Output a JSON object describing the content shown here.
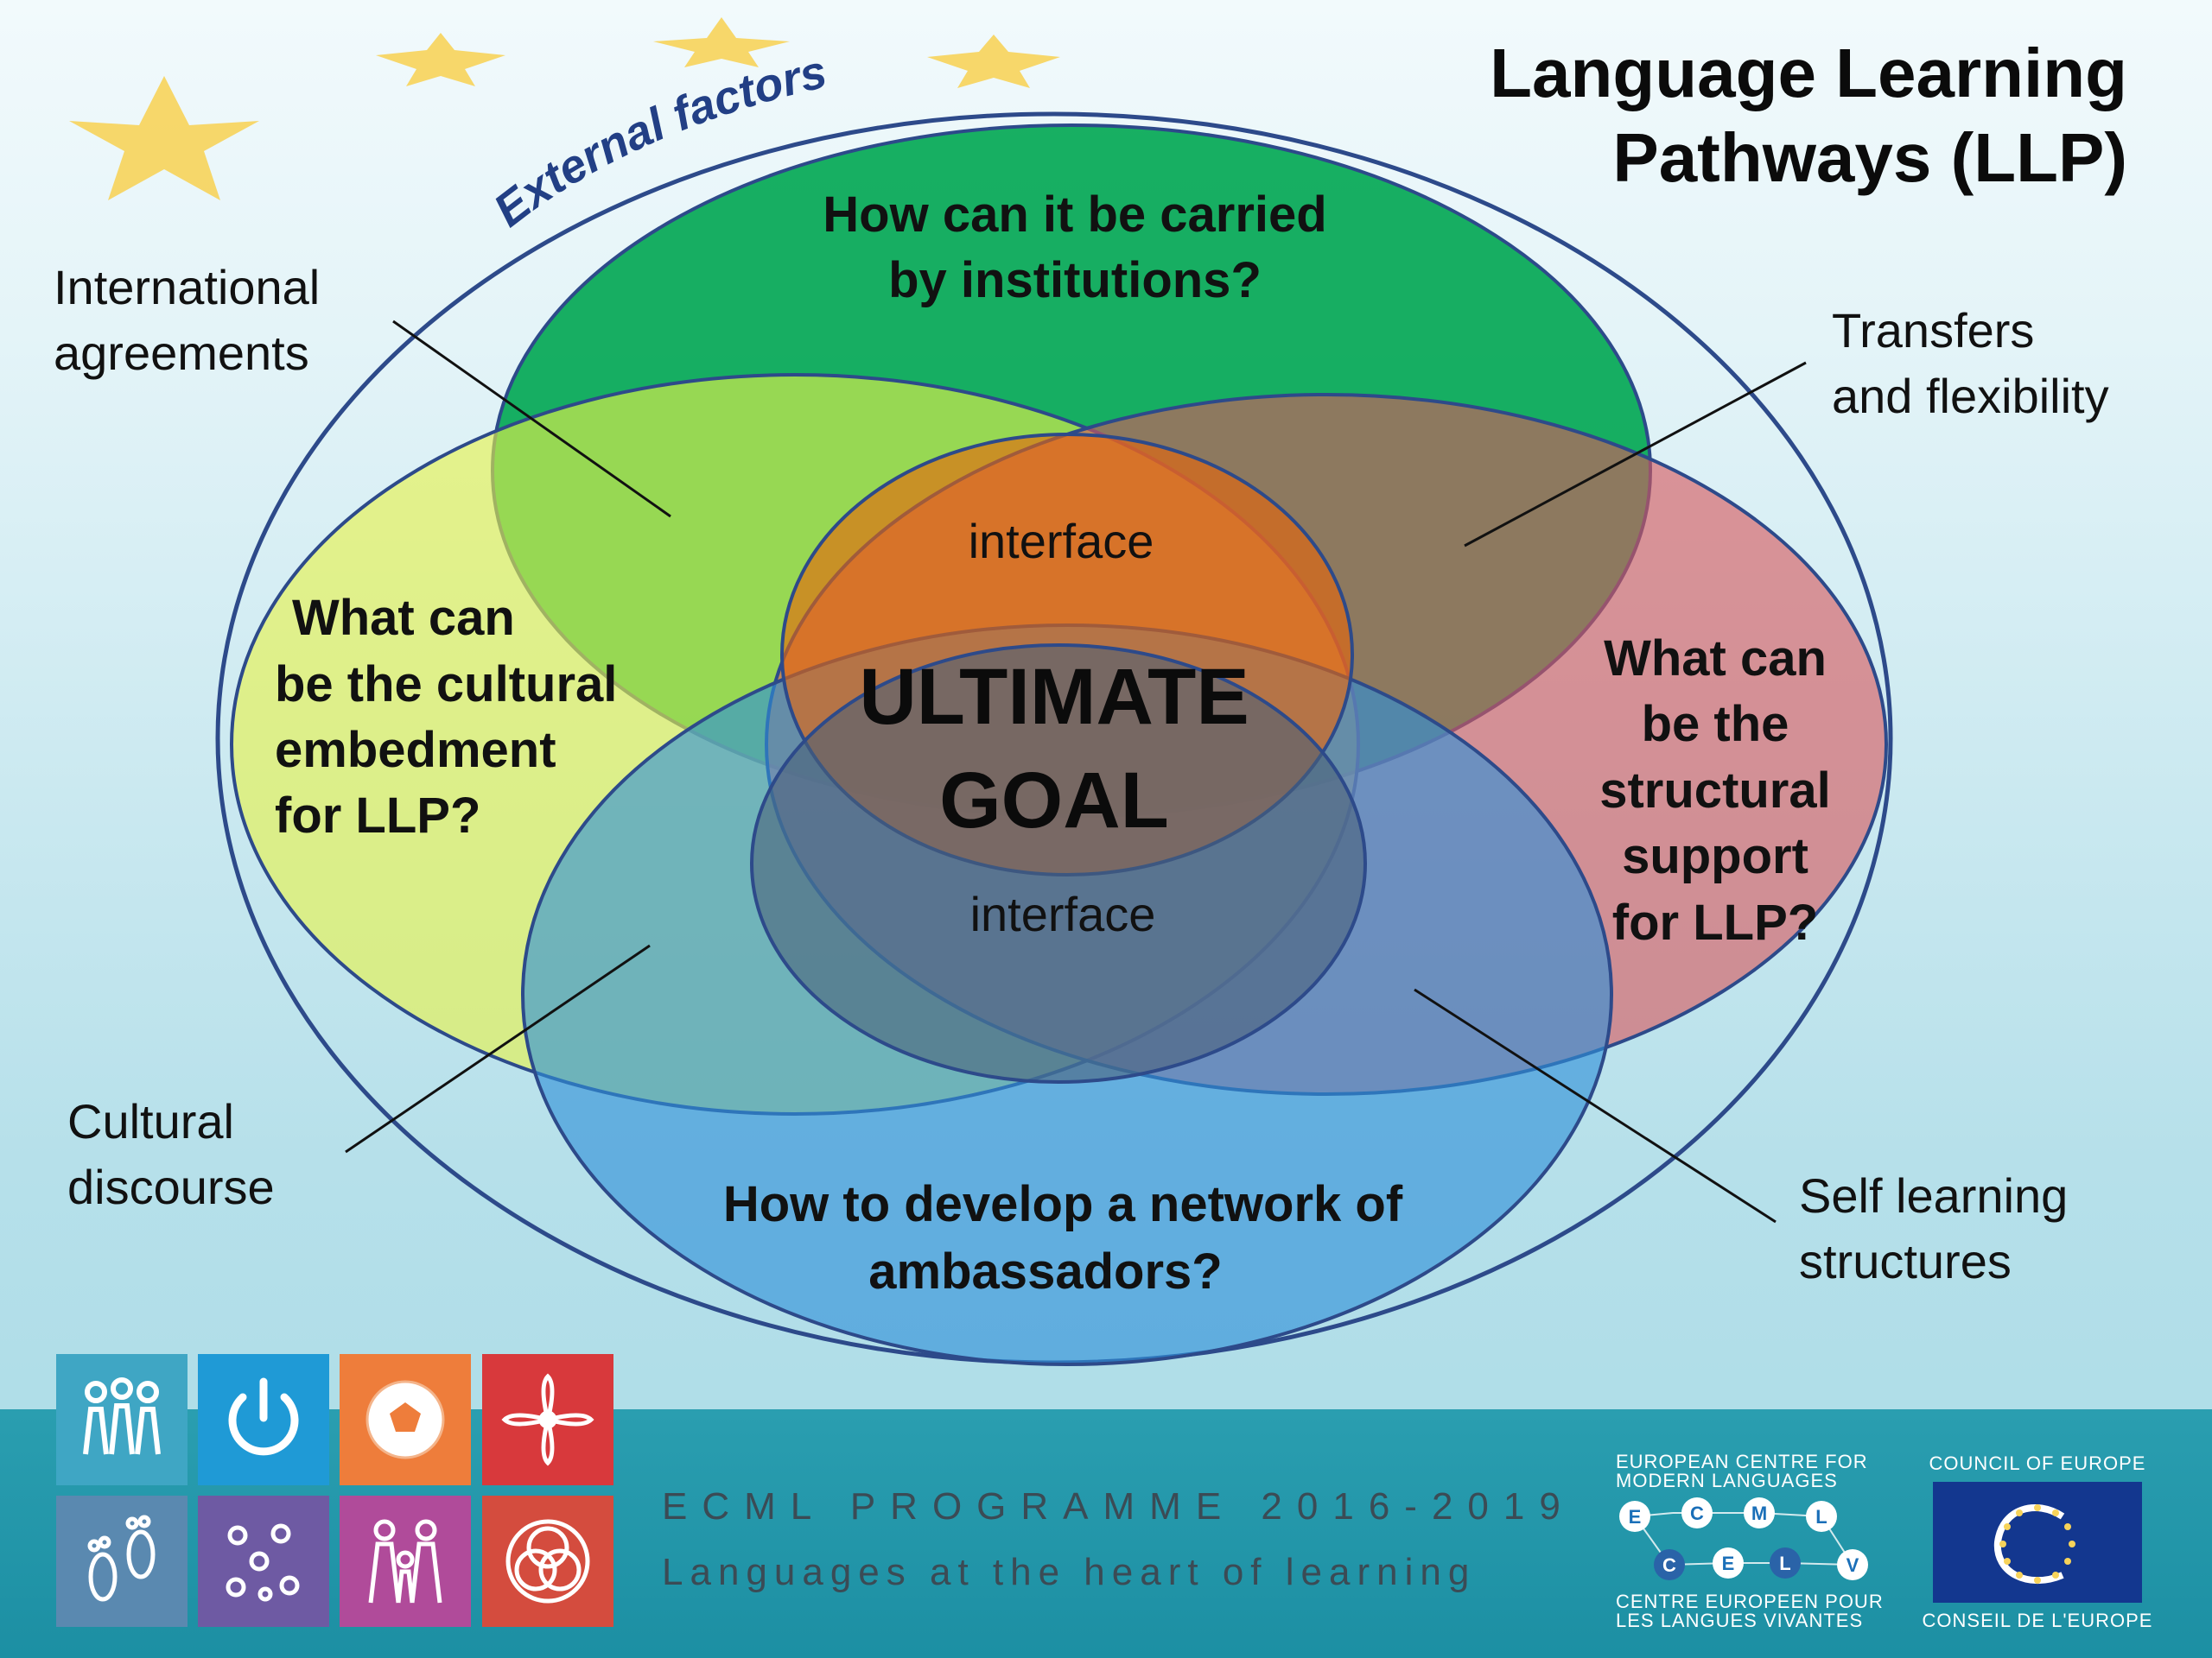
{
  "slide": {
    "title_line1": "Language Learning",
    "title_line2": "Pathways (LLP)",
    "arc_label": "External factors"
  },
  "diagram": {
    "institutions_question": [
      "How can it be carried",
      "by institutions?"
    ],
    "cultural_question": [
      "What can",
      "be the cultural",
      "embedment",
      "for LLP?"
    ],
    "structural_question": [
      "What can",
      "be the",
      "structural",
      "support",
      "for LLP?"
    ],
    "ambassadors_question": [
      "How to develop a network of",
      "ambassadors?"
    ],
    "center_label": [
      "ULTIMATE",
      "GOAL"
    ],
    "interface_top": "interface",
    "interface_bottom": "interface",
    "colors": {
      "institutions": "#00a651",
      "cultural": "#e6f24a",
      "structural": "#d6585e",
      "ambassadors": "#2f8fd8",
      "outline": "#2d4a8a"
    }
  },
  "callouts": {
    "international_agreements": [
      "International",
      "agreements"
    ],
    "transfers_flexibility": [
      "Transfers",
      "and flexibility"
    ],
    "cultural_discourse": [
      "Cultural",
      "discourse"
    ],
    "self_learning": [
      "Self learning",
      "structures"
    ]
  },
  "footer": {
    "programme": "ECML PROGRAMME 2016-2019",
    "tagline": "Languages at the heart of learning",
    "ecml_logo": {
      "top_line1": "EUROPEAN CENTRE FOR",
      "top_line2": "MODERN LANGUAGES",
      "letters": [
        "E",
        "C",
        "M",
        "L",
        "C",
        "E",
        "L",
        "V"
      ],
      "bottom_line1": "CENTRE EUROPEEN POUR",
      "bottom_line2": "LES LANGUES VIVANTES"
    },
    "coe_logo": {
      "top": "COUNCIL OF EUROPE",
      "bottom": "CONSEIL DE L'EUROPE"
    },
    "tiles": [
      {
        "icon": "people-icon",
        "color": "#3fa6c4"
      },
      {
        "icon": "power-icon",
        "color": "#1f9ad6"
      },
      {
        "icon": "football-icon",
        "color": "#ee7d3b"
      },
      {
        "icon": "flower-icon",
        "color": "#d8393c"
      },
      {
        "icon": "footprints-icon",
        "color": "#5a89b0"
      },
      {
        "icon": "molecules-icon",
        "color": "#6e5aa3"
      },
      {
        "icon": "family-icon",
        "color": "#b04b9a"
      },
      {
        "icon": "rings-icon",
        "color": "#d44c3e"
      }
    ]
  }
}
